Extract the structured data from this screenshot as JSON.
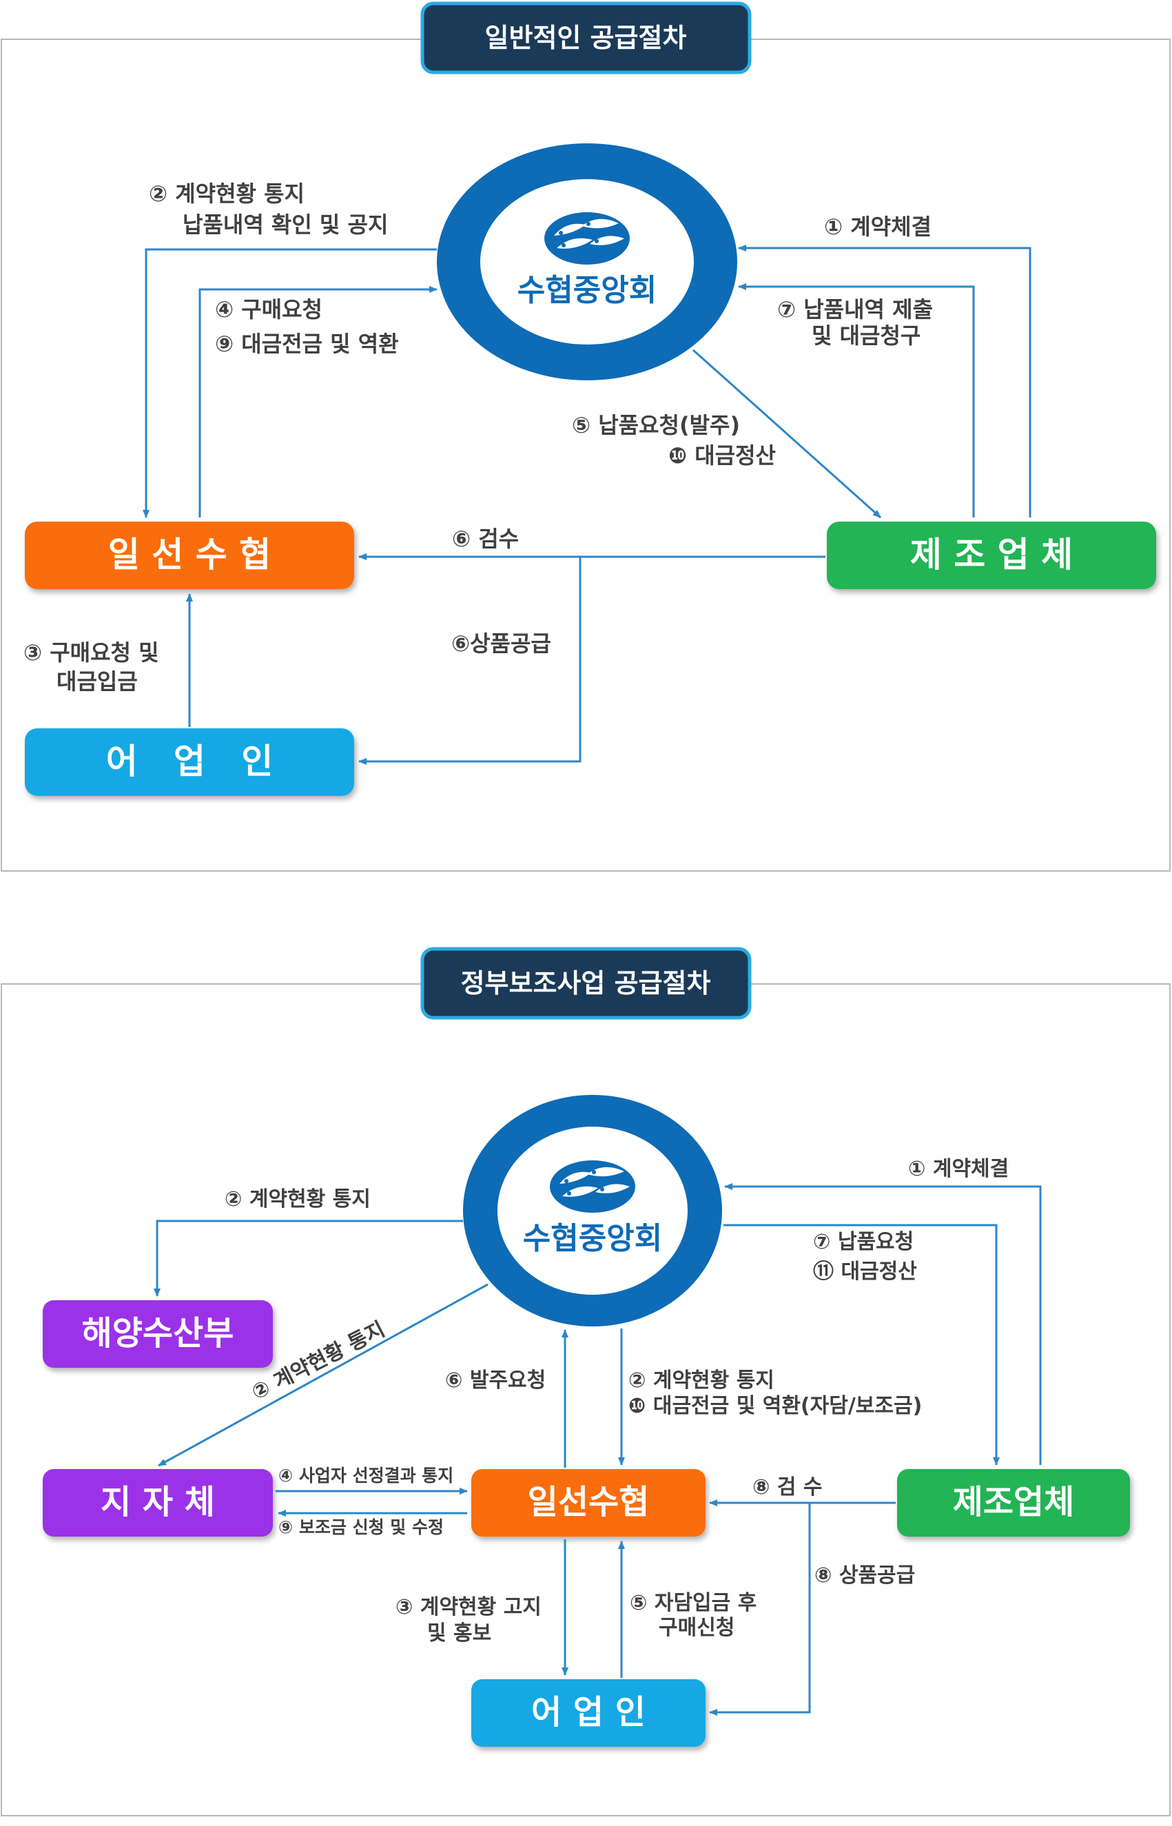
{
  "general": {
    "title": "일반적인 공급절차",
    "logo_text": "수협중앙회",
    "nodes": {
      "ilseon": "일 선 수 협",
      "maker": "제 조 업 체",
      "fisher": "어   업   인"
    },
    "labels": {
      "l2a": "② 계약현황 통지",
      "l2b": "납품내역 확인 및 공지",
      "l1": "① 계약체결",
      "l4": "④ 구매요청",
      "l9": "⑨ 대금전금 및 역환",
      "l7a": "⑦ 납품내역 제출",
      "l7b": "및 대금청구",
      "l5": "⑤ 납품요청(발주)",
      "l10": "❿ 대금정산",
      "l6a": "⑥ 검수",
      "l6b": "⑥상품공급",
      "l3a": "③ 구매요청 및",
      "l3b": "대금입금"
    }
  },
  "subsidy": {
    "title": "정부보조사업 공급절차",
    "logo_text": "수협중앙회",
    "nodes": {
      "mof": "해양수산부",
      "local": "지 자 체",
      "ilseon": "일선수협",
      "maker": "제조업체",
      "fisher": "어 업 인"
    },
    "labels": {
      "l1": "① 계약체결",
      "l2": "② 계약현황 통지",
      "l7": "⑦ 납품요청",
      "l11": "⑪ 대금정산",
      "l2diag": "② 계약현황 통지",
      "l6": "⑥ 발주요청",
      "l2c": "② 계약현황 통지",
      "l10": "❿ 대금전금 및 역환(자담/보조금)",
      "l4": "④ 사업자 선정결과 통지",
      "l9": "⑨ 보조금 신청 및 수정",
      "l8a": "⑧ 검 수",
      "l8b": "⑧ 상품공급",
      "l3a": "③ 계약현황 고지",
      "l3b": "및 홍보",
      "l5a": "⑤ 자담입금 후",
      "l5b": "구매신청"
    }
  },
  "colors": {
    "navy": "#1b3a57",
    "title_border": "#29abe2",
    "orange": "#f96d0b",
    "green": "#22b455",
    "sky": "#12a8e4",
    "purple": "#9b30e8",
    "ring": "#0e6bb6",
    "arrow": "#2c86c8",
    "frame": "#b8b8b8"
  }
}
